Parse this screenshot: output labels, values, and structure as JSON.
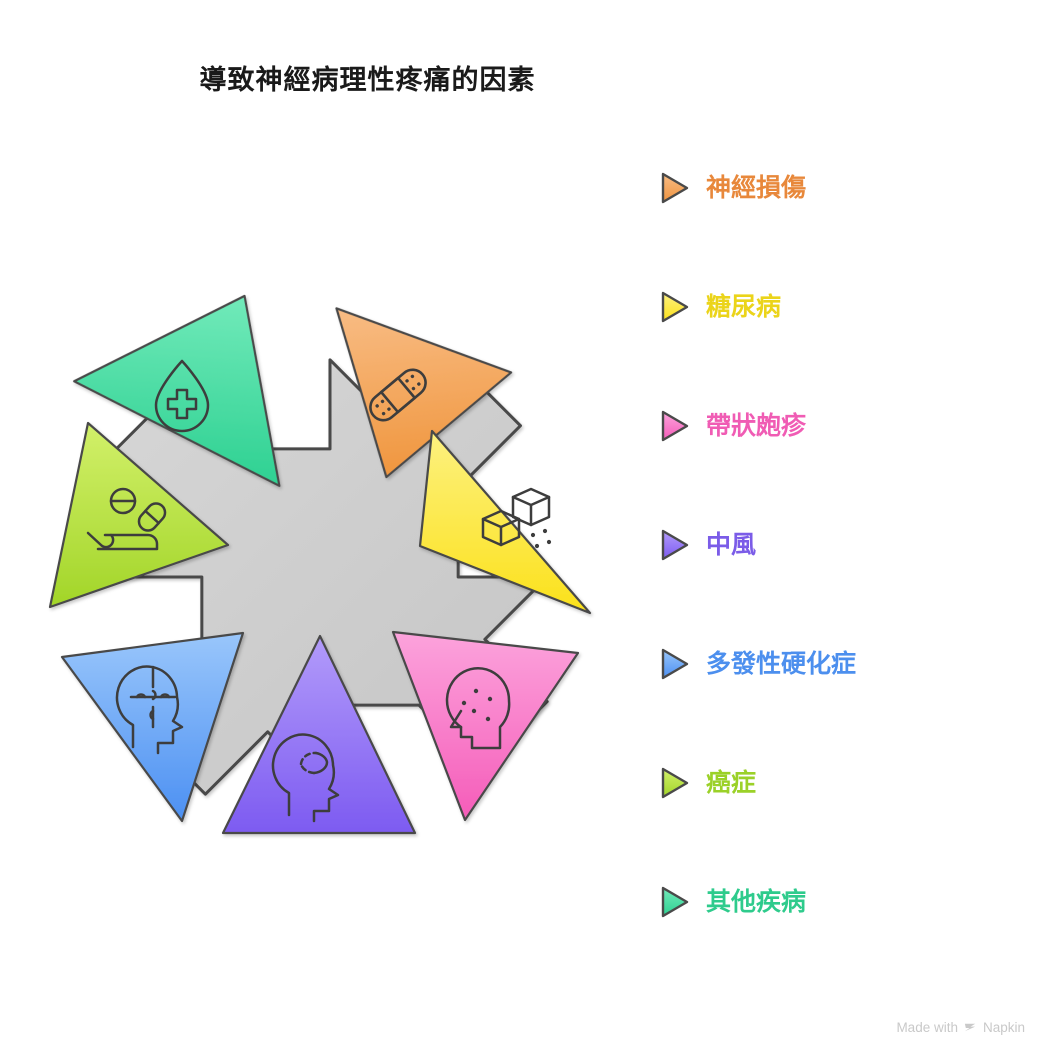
{
  "title": "導致神經病理性疼痛的因素",
  "watermark": {
    "prefix": "Made with",
    "brand": "Napkin",
    "logo_icon": "napkin-logo-icon"
  },
  "chart_data": {
    "type": "pie",
    "title": "導致神經病理性疼痛的因素",
    "subtitle": "",
    "xlabel": "",
    "ylabel": "",
    "legend_position": "right",
    "grid": false,
    "center_shape": "octagon-flower",
    "center_color": "#cccccc",
    "categories": [
      "神經損傷",
      "糖尿病",
      "帶狀皰疹",
      "中風",
      "多發性硬化症",
      "癌症",
      "其他疾病"
    ],
    "values": [
      1,
      1,
      1,
      1,
      1,
      1,
      1
    ],
    "colors": [
      "#F5A04B",
      "#FBE320",
      "#F774C4",
      "#8B6FF0",
      "#5E9BF2",
      "#AADD2E",
      "#36D999"
    ]
  },
  "legend": {
    "items": [
      {
        "label": "神經損傷",
        "color": "#E8883B",
        "fill_top": "#F7B678",
        "fill_bottom": "#F09A45",
        "icon": "bandage-icon"
      },
      {
        "label": "糖尿病",
        "color": "#EBD41A",
        "fill_top": "#FDF07A",
        "fill_bottom": "#FBE320",
        "icon": "sugar-cubes-icon"
      },
      {
        "label": "帶狀皰疹",
        "color": "#F05CB4",
        "fill_top": "#FB9AD8",
        "fill_bottom": "#F563BC",
        "icon": "head-rash-icon"
      },
      {
        "label": "中風",
        "color": "#7B5CE8",
        "fill_top": "#A98FF7",
        "fill_bottom": "#7E5DF0",
        "icon": "head-brain-icon"
      },
      {
        "label": "多發性硬化症",
        "color": "#4C8FEE",
        "fill_top": "#8FC0FA",
        "fill_bottom": "#4F92F2",
        "icon": "head-puzzle-icon"
      },
      {
        "label": "癌症",
        "color": "#9BD128",
        "fill_top": "#CBEE5F",
        "fill_bottom": "#A3D62B",
        "icon": "hand-pills-icon"
      },
      {
        "label": "其他疾病",
        "color": "#2ECB8C",
        "fill_top": "#6BE8B6",
        "fill_bottom": "#2FD396",
        "icon": "blood-drop-cross-icon"
      }
    ]
  },
  "wedges": [
    {
      "label": "神經損傷",
      "icon": "bandage-icon"
    },
    {
      "label": "糖尿病",
      "icon": "sugar-cubes-icon"
    },
    {
      "label": "帶狀皰疹",
      "icon": "head-rash-icon"
    },
    {
      "label": "中風",
      "icon": "head-brain-icon"
    },
    {
      "label": "多發性硬化症",
      "icon": "head-puzzle-icon"
    },
    {
      "label": "癌症",
      "icon": "hand-pills-icon"
    },
    {
      "label": "其他疾病",
      "icon": "blood-drop-cross-icon"
    }
  ]
}
